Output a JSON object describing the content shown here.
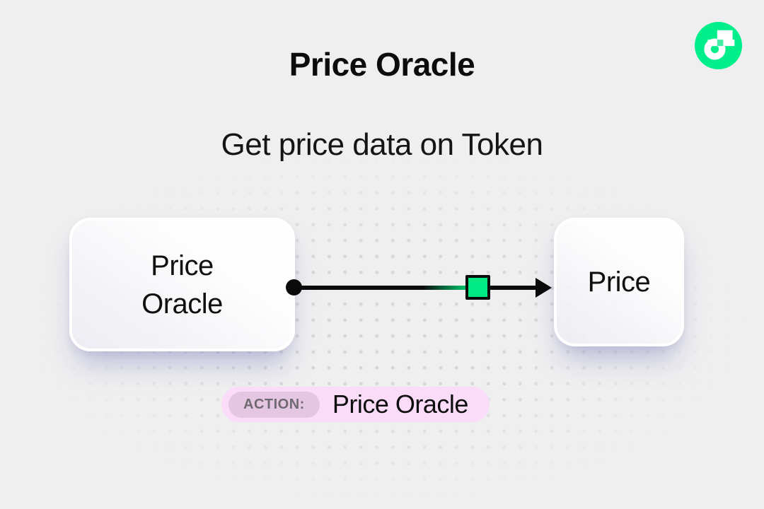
{
  "header": {
    "title": "Price Oracle",
    "subtitle": "Get price data on Token"
  },
  "logo": {
    "name": "flow-logo",
    "brand_color": "#00EF8B",
    "accent_square_color": "#45EDA5"
  },
  "flow_diagram": {
    "source_node": {
      "label": "Price\nOracle"
    },
    "target_node": {
      "label": "Price"
    },
    "connector": {
      "line_color": "#0B0B0B",
      "marker_color": "#00E982",
      "direction": "left-to-right"
    }
  },
  "action_badge": {
    "label": "ACTION:",
    "value": "Price Oracle",
    "badge_bg": "#FBDCF8",
    "label_bg": "#E5C6E2",
    "label_text_color": "#6F6A71"
  },
  "colors": {
    "background": "#EFEFF0",
    "dot_grid": "#D7D7DA",
    "text": "#0C0C0C",
    "node_shadow": "rgba(122,122,185,0.45)"
  }
}
